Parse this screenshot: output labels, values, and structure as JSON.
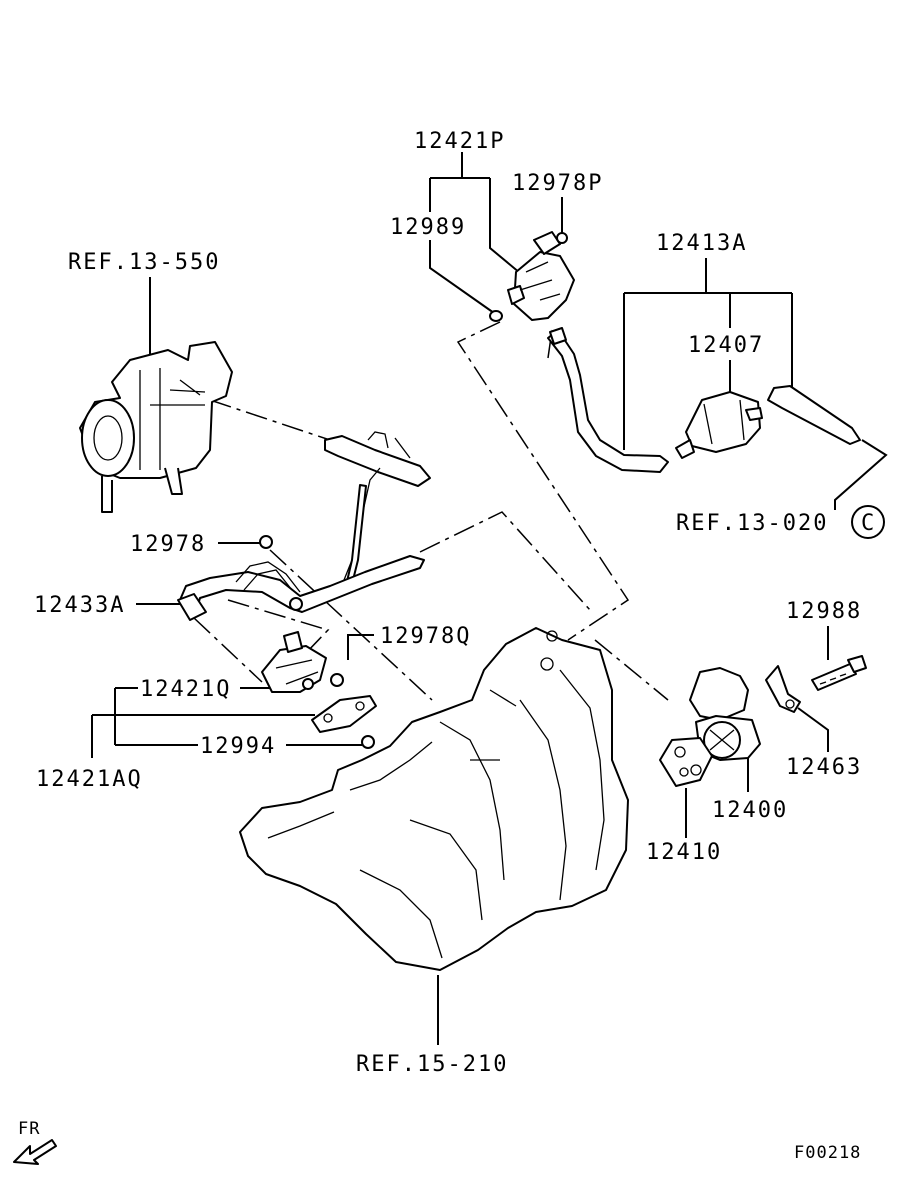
{
  "labels": {
    "p12421P": "12421P",
    "p12978P": "12978P",
    "p12989": "12989",
    "p12413A": "12413A",
    "p12407": "12407",
    "ref13_550": "REF.13-550",
    "ref13_020": "REF.13-020",
    "circleC": "C",
    "p12978": "12978",
    "p12433A": "12433A",
    "p12978Q": "12978Q",
    "p12421Q": "12421Q",
    "p12994": "12994",
    "p12421AQ": "12421AQ",
    "p12988": "12988",
    "p12463": "12463",
    "p12400": "12400",
    "p12410": "12410",
    "ref15_210": "REF.15-210",
    "fr": "FR",
    "figure_code": "F00218"
  }
}
